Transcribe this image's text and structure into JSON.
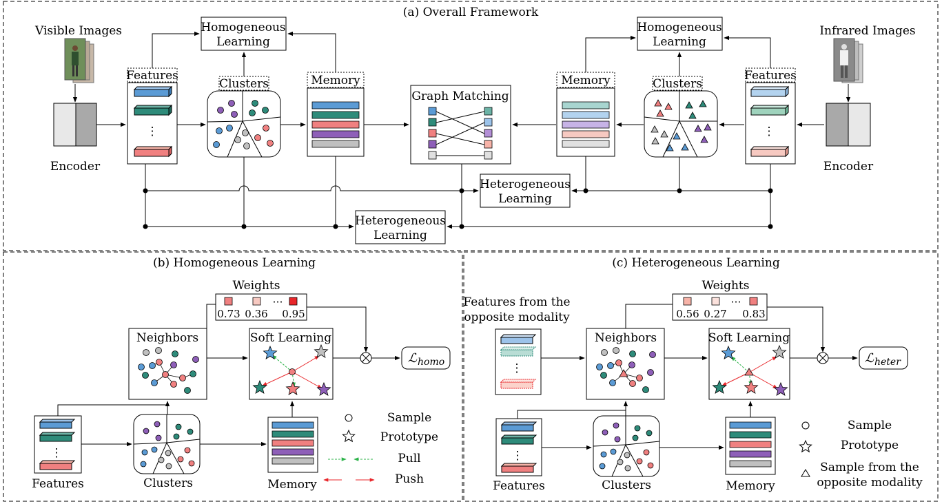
{
  "panels": {
    "a_title": "(a) Overall Framework",
    "b_title": "(b) Homogeneous Learning",
    "c_title": "(c) Heterogeneous Learning"
  },
  "a": {
    "visible_images": "Visible Images",
    "infrared_images": "Infrared Images",
    "encoder": "Encoder",
    "features": "Features",
    "clusters": "Clusters",
    "memory": "Memory",
    "graph_matching": "Graph Matching",
    "homogeneous_learning_1": "Homogeneous",
    "homogeneous_learning_2": "Learning",
    "heterogeneous_learning_1": "Heterogeneous",
    "heterogeneous_learning_2": "Learning"
  },
  "b": {
    "weights": "Weights",
    "weight_values": [
      "0.73",
      "0.36",
      "0.95"
    ],
    "ellipsis": "⋯",
    "neighbors": "Neighbors",
    "soft_learning": "Soft Learning",
    "loss_main": "ℒ",
    "loss_sub": "homo",
    "features": "Features",
    "clusters": "Clusters",
    "memory": "Memory",
    "legend": [
      "Sample",
      "Prototype",
      "Pull",
      "Push"
    ]
  },
  "c": {
    "weights": "Weights",
    "weight_values": [
      "0.56",
      "0.27",
      "0.83"
    ],
    "ellipsis": "⋯",
    "opposite_features_1": "Features from the",
    "opposite_features_2": "opposite modality",
    "neighbors": "Neighbors",
    "soft_learning": "Soft Learning",
    "loss_main": "ℒ",
    "loss_sub": "heter",
    "features": "Features",
    "clusters": "Clusters",
    "memory": "Memory",
    "legend": [
      "Sample",
      "Prototype",
      "Sample from the",
      "opposite modality"
    ]
  },
  "colors": {
    "blue": "#5b9bd5",
    "teal": "#2e8b7a",
    "salmon": "#f08080",
    "purple": "#8e5fb8",
    "gray": "#c0c0c0",
    "pull": "#2db34a",
    "push": "#e8262a"
  }
}
